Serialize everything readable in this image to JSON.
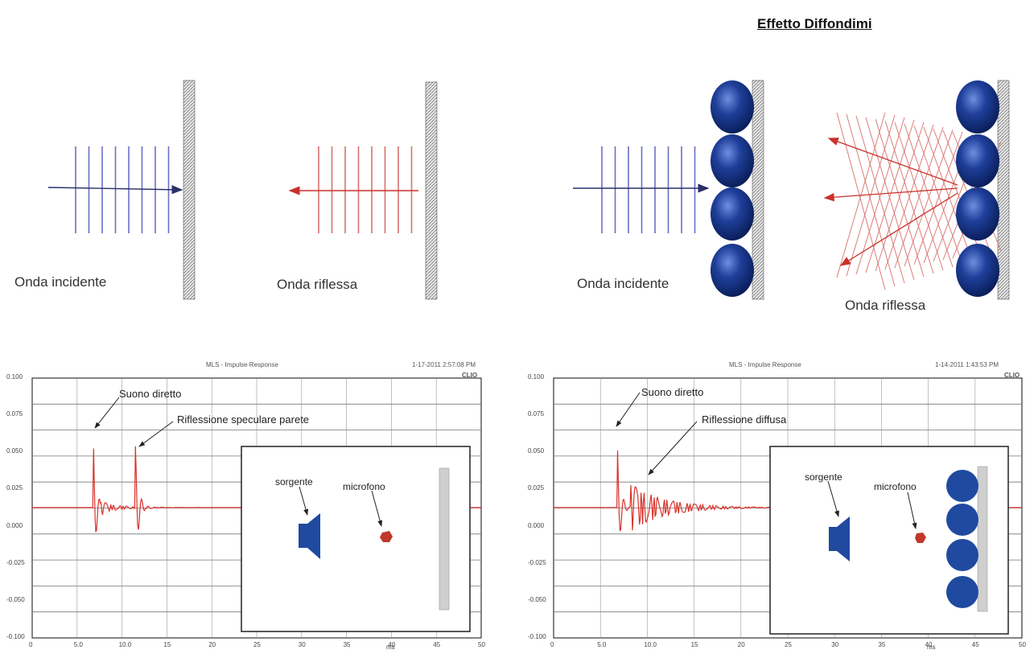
{
  "title": "Effetto Diffondimi",
  "top_panels": {
    "p1_caption": "Onda incidente",
    "p2_caption": "Onda riflessa",
    "p3_caption": "Onda incidente",
    "p4_caption": "Onda riflessa"
  },
  "plot_left": {
    "title": "MLS - Impulse Response",
    "timestamp": "1-17-2011 2:57:08 PM",
    "brand": "CLIO",
    "y_ticks": [
      "0.100",
      "0.075",
      "0.050",
      "0.025",
      "0.000",
      "-0.025",
      "-0.050",
      "-0.100"
    ],
    "x_ticks": [
      "0",
      "5.0",
      "10.0",
      "15",
      "20",
      "25",
      "30",
      "35",
      "40",
      "45",
      "50"
    ],
    "x_unit": "ms",
    "annot_direct": "Suono diretto",
    "annot_reflection": "Riflessione speculare parete",
    "inset_source": "sorgente",
    "inset_mic": "microfono"
  },
  "plot_right": {
    "title": "MLS - Impulse Response",
    "timestamp": "1-14-2011 1:43:53 PM",
    "brand": "CLIO",
    "y_ticks": [
      "0.100",
      "0.075",
      "0.050",
      "0.025",
      "0.000",
      "-0.025",
      "-0.050",
      "-0.100"
    ],
    "x_ticks": [
      "0",
      "5.0",
      "10.0",
      "15",
      "20",
      "25",
      "30",
      "35",
      "40",
      "45",
      "50"
    ],
    "x_unit": "ms",
    "annot_direct": "Suono diretto",
    "annot_reflection": "Riflessione diffusa",
    "inset_source": "sorgente",
    "inset_mic": "microfono"
  },
  "colors": {
    "incident_wave": "#6b6fc4",
    "reflected_wave": "#d9706a",
    "diffuser": "#1f3f9a",
    "trace": "#d8322a",
    "speaker": "#1f4aa0",
    "mic": "#c0392b"
  }
}
